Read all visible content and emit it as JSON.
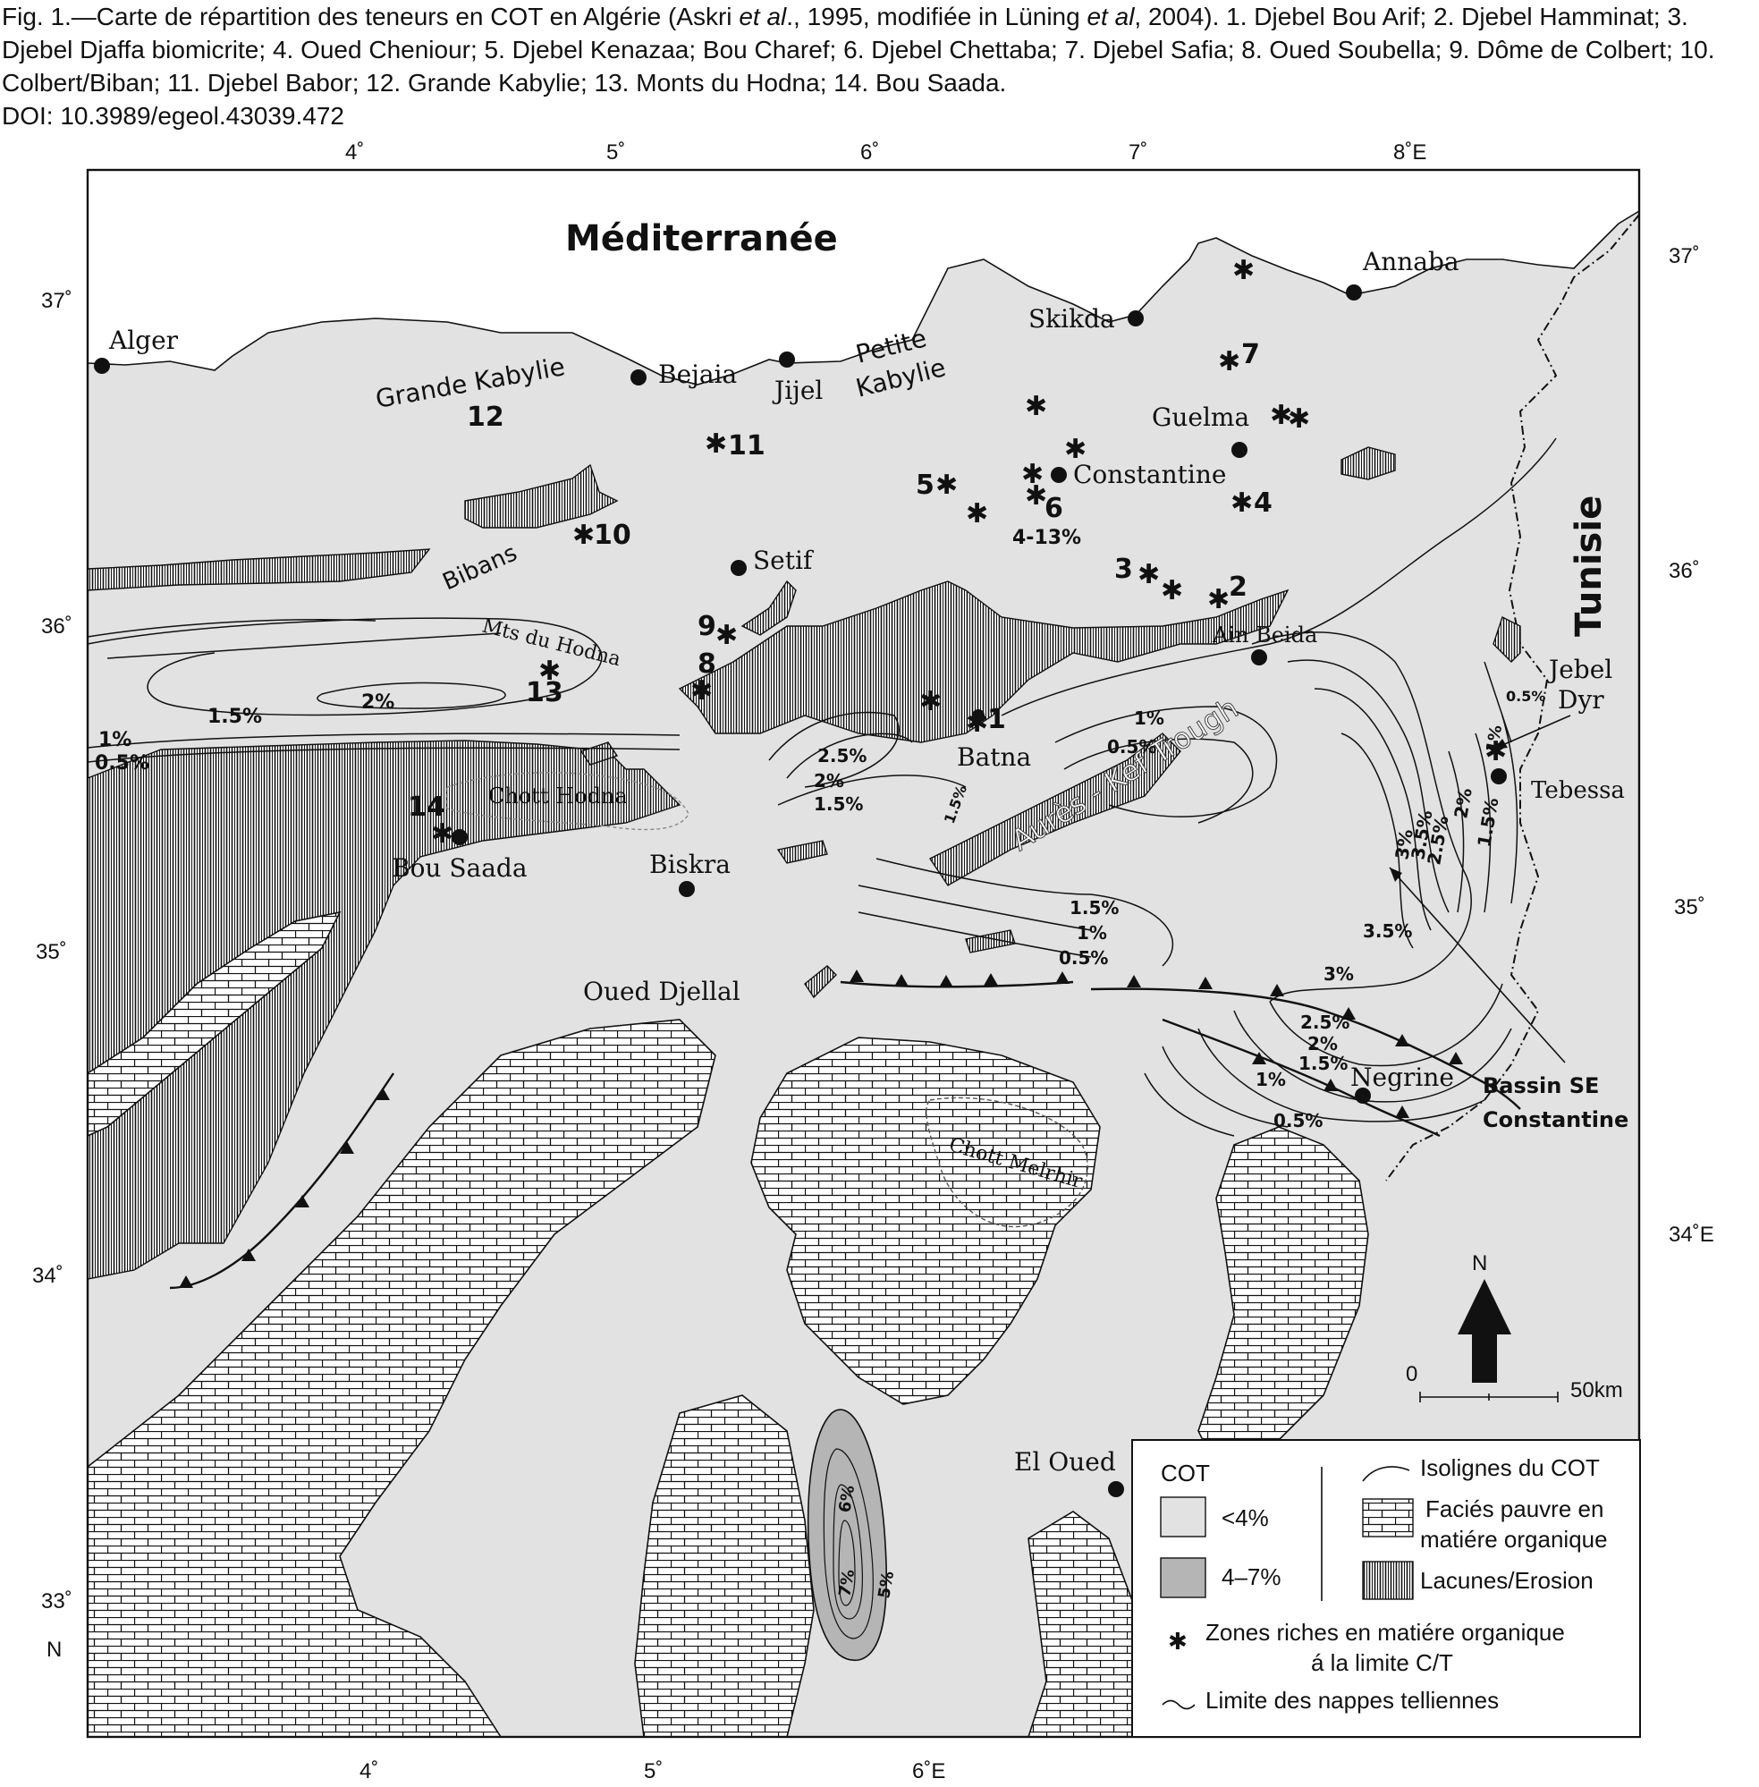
{
  "caption": {
    "lead": "Fig. 1.—Carte de répartition des teneurs en COT en Algérie (Askri",
    "etal1": "et al",
    "mid": "., 1995, modifiée in Lüning",
    "etal2": "et al",
    "rest": ", 2004). 1. Djebel Bou Arif; 2. Djebel Hamminat; 3. Djebel Djaffa biomicrite; 4. Oued Cheniour; 5. Djebel Kenazaa; Bou Charef; 6. Djebel Chettaba; 7. Djebel Safia; 8. Oued Soubella; 9. Dôme de Colbert; 10. Colbert/Biban; 11. Djebel Babor; 12. Grande Kabylie; 13. Monts du Hodna; 14. Bou Saada.",
    "doi": "DOI: 10.3989/egeol.43039.472"
  },
  "axes": {
    "top": [
      "4˚",
      "5˚",
      "6˚",
      "7˚",
      "8˚E"
    ],
    "bottom": [
      "4˚",
      "5˚",
      "6˚E"
    ],
    "left": [
      "37˚",
      "36˚",
      "35˚",
      "34˚",
      "33˚"
    ],
    "left_n": "N",
    "right": [
      "37˚",
      "36˚",
      "35˚",
      "34˚E"
    ]
  },
  "regions": {
    "sea": "Méditerranée",
    "tunisia": "Tunisie",
    "grande_kabylie": "Grande Kabylie",
    "petite_kabylie_1": "Petite",
    "petite_kabylie_2": "Kabylie",
    "bibans": "Bibans",
    "hodna_mts": "Mts du Hodna",
    "aures": "Aurès - Kef Trough",
    "bassin_1": "Bassin SE",
    "bassin_2": "Constantine",
    "chott_hodna": "Chott Hodna",
    "chott_melrhir": "Chott Melrhir"
  },
  "cities": {
    "alger": "Alger",
    "bejaia": "Bejaia",
    "jijel": "Jijel",
    "skikda": "Skikda",
    "annaba": "Annaba",
    "guelma": "Guelma",
    "constantine": "Constantine",
    "setif": "Setif",
    "ain_beida": "Ain Beida",
    "jebel_dyr_1": "Jebel",
    "jebel_dyr_2": "Dyr",
    "tebessa": "Tebessa",
    "batna": "Batna",
    "biskra": "Biskra",
    "bou_saada": "Bou Saada",
    "oued_djellal": "Oued Djellal",
    "negrine": "Negrine",
    "el_oued": "El Oued"
  },
  "sites": {
    "s1": "1",
    "s2": "2",
    "s3": "3",
    "s4": "4",
    "s5": "5",
    "s6": "6",
    "s6_range": "4-13%",
    "s7": "7",
    "s9": "9",
    "s8": "8",
    "s10": "10",
    "s11": "11",
    "s12": "12",
    "s13": "13",
    "s14": "14"
  },
  "isolines": {
    "hodna_15": "1.5%",
    "hodna_2": "2%",
    "hodna_1": "1%",
    "hodna_05": "0.5%",
    "batna_25": "2.5%",
    "batna_2": "2%",
    "batna_15": "1.5%",
    "batna_15b": "1.5%",
    "kef_1": "1%",
    "kef_05": "0.5%",
    "cent_15": "1.5%",
    "cent_1": "1%",
    "cent_05": "0.5%",
    "east_35": "3.5%",
    "east_3": "3%",
    "east_25": "2.5%",
    "east_2": "2%",
    "east_15": "1.5%",
    "east_1": "1%",
    "east_05": "0.5%",
    "vert_3": "3%",
    "vert_35": "3.5%",
    "vert_25": "2.5%",
    "vert_2": "2%",
    "vert_15": "1.5%",
    "dyr_05": "0.5%",
    "dyr_1": "1%",
    "south_6": "6%",
    "south_7": "7%",
    "south_5": "5%"
  },
  "scale": {
    "north": "N",
    "zero": "0",
    "fifty": "50km"
  },
  "legend": {
    "title": "COT",
    "low": "<4%",
    "high": "4–7%",
    "isolines": "Isolignes du COT",
    "poor_1": "Faciés pauvre en",
    "poor_2": "matiére organique",
    "gaps": "Lacunes/Erosion",
    "rich_1": "Zones riches en matiére organique",
    "rich_2": "á la limite C/T",
    "nappes": "Limite des nappes telliennes"
  },
  "colors": {
    "land": "#e2e2e2",
    "rich": "#b5b5b5",
    "ink": "#111111",
    "sea": "#ffffff"
  }
}
